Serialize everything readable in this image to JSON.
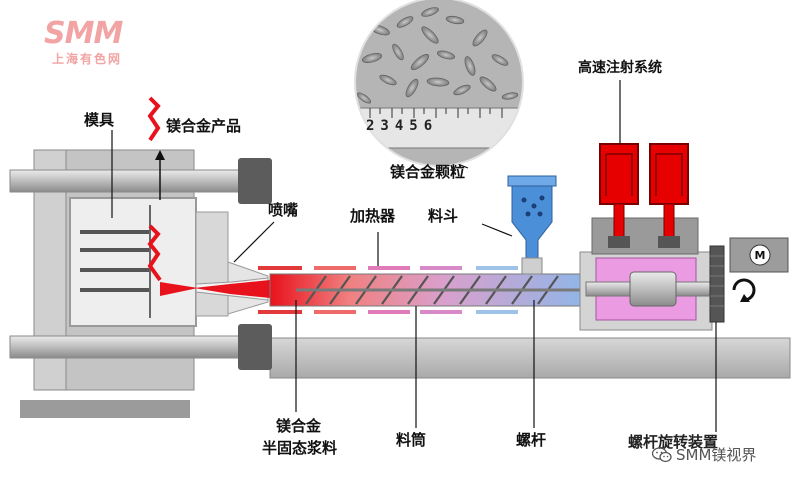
{
  "logo": {
    "brand": "SMM",
    "subtitle": "上海有色网"
  },
  "labels": {
    "mold": "模具",
    "product": "镁合金产品",
    "nozzle": "喷嘴",
    "heater": "加热器",
    "hopper": "料斗",
    "granules": "镁合金颗粒",
    "injection_system": "高速注射系统",
    "slurry_line1": "镁合金",
    "slurry_line2": "半固态浆料",
    "barrel": "料筒",
    "screw": "螺杆",
    "screw_drive": "螺杆旋转装置"
  },
  "ruler_digits": "23456",
  "motor_label": "M",
  "watermark": "SMM镁视界",
  "colors": {
    "frame_gray": "#c9c9c9",
    "frame_dark": "#8e8e8e",
    "rod": "#b0b0b0",
    "melt_red": "#e8121c",
    "injection_red": "#e60000",
    "magenta": "#e88ee0",
    "hopper_blue": "#4a8fd8",
    "heater_red": "#e23a3a",
    "heater_pink": "#d889c8",
    "heater_blue": "#9fc2e8"
  }
}
